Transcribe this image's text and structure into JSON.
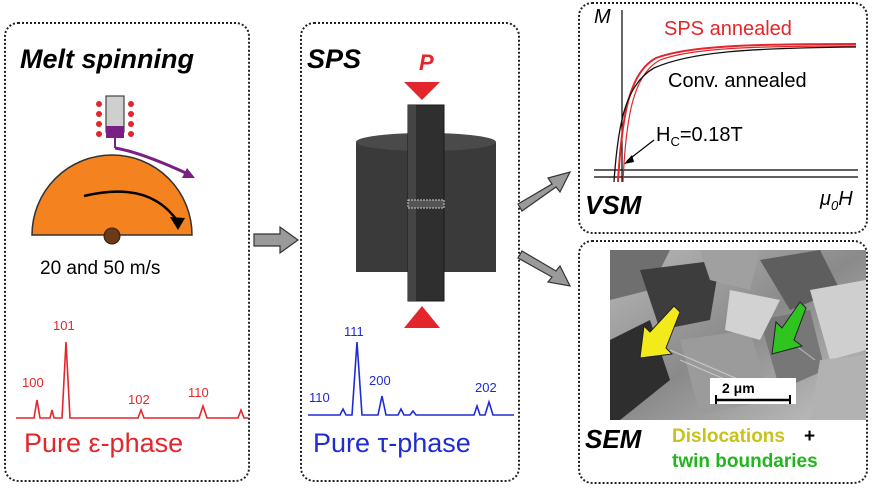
{
  "melt": {
    "title": "Melt spinning",
    "speed": "20 and 50 m/s",
    "phase": "Pure ε-phase",
    "peaks": [
      "100",
      "101",
      "102",
      "110"
    ],
    "color": "#e3262b"
  },
  "sps": {
    "title": "SPS",
    "pressure": "P",
    "phase": "Pure τ-phase",
    "peaks": [
      "110",
      "111",
      "200",
      "202"
    ],
    "color": "#1f2bd6"
  },
  "vsm": {
    "title": "VSM",
    "y_axis": "M",
    "x_axis_mu": "μ",
    "x_axis_sub": "0",
    "x_axis_h": "H",
    "curve1": "SPS annealed",
    "curve2": "Conv. annealed",
    "hc_prefix": "H",
    "hc_sub": "C",
    "hc_value": "=0.18T",
    "color_sps": "#e3262b",
    "color_conv": "#111111"
  },
  "sem": {
    "title": "SEM",
    "scale": "2 μm",
    "label1": "Dislocations",
    "plus": "+",
    "label2": "twin boundaries",
    "color1": "#c9c21a",
    "color2": "#22b51d"
  }
}
